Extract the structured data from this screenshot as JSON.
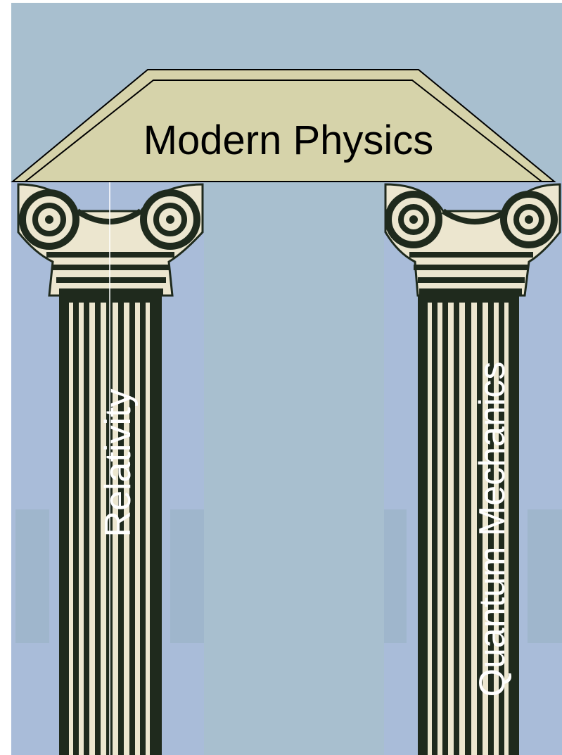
{
  "title": "Modern Physics",
  "pillars": [
    {
      "label": "Relativity"
    },
    {
      "label": "Quantum Mechanics"
    }
  ],
  "colors": {
    "background": "#a8bfcf",
    "column_backdrop": "#a9bcd9",
    "pediment_fill": "#d6d3aa",
    "pediment_stroke": "#000000",
    "column_dark": "#1f2a1d",
    "column_light": "#ece6cf",
    "pillar_text": "#ffffff"
  }
}
